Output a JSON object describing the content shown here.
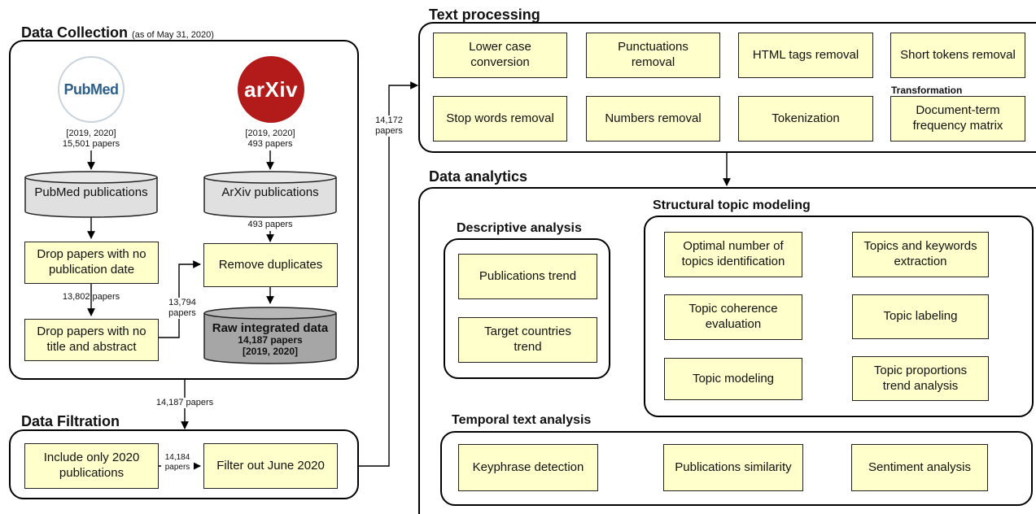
{
  "data_collection": {
    "title": "Data Collection",
    "note": "(as of May 31, 2020)",
    "pubmed_logo_text": "PubMed",
    "arxiv_logo_text": "arXiv",
    "pubmed_range": "[2019, 2020]",
    "pubmed_count": "15,501 papers",
    "arxiv_range": "[2019, 2020]",
    "arxiv_count": "493 papers",
    "pubmed_db": "PubMed publications",
    "arxiv_db": "ArXiv publications",
    "arxiv_db_out": "493 papers",
    "drop_date": "Drop papers with no\npublication date",
    "drop_date_out": "13,802 papers",
    "drop_abstract": "Drop papers with no\ntitle and abstract",
    "drop_abstract_out": "13,794\npapers",
    "remove_dup": "Remove duplicates",
    "raw_title": "Raw integrated data",
    "raw_count": "14,187 papers",
    "raw_range": "[2019, 2020]",
    "output_label": "14,187 papers"
  },
  "data_filtration": {
    "title": "Data Filtration",
    "include_2020": "Include only 2020\npublications",
    "include_out": "14,184\npapers",
    "filter_june": "Filter out June 2020",
    "output_label": "14,172\npapers"
  },
  "text_processing": {
    "title": "Text processing",
    "boxes": [
      "Lower case\nconversion",
      "Punctuations\nremoval",
      "HTML tags removal",
      "Short tokens removal",
      "Stop words removal",
      "Numbers removal",
      "Tokenization",
      "Document-term\nfrequency matrix"
    ],
    "transformation_label": "Transformation"
  },
  "data_analytics": {
    "title": "Data analytics",
    "descriptive": {
      "title": "Descriptive analysis",
      "boxes": [
        "Publications trend",
        "Target countries\ntrend"
      ]
    },
    "stm": {
      "title": "Structural topic modeling",
      "boxes": [
        "Optimal number of\ntopics identification",
        "Topic coherence\nevaluation",
        "Topic modeling",
        "Topics and keywords\nextraction",
        "Topic labeling",
        "Topic proportions\ntrend analysis"
      ]
    },
    "temporal": {
      "title": "Temporal text analysis",
      "boxes": [
        "Keyphrase detection",
        "Publications similarity",
        "Sentiment analysis"
      ]
    }
  }
}
